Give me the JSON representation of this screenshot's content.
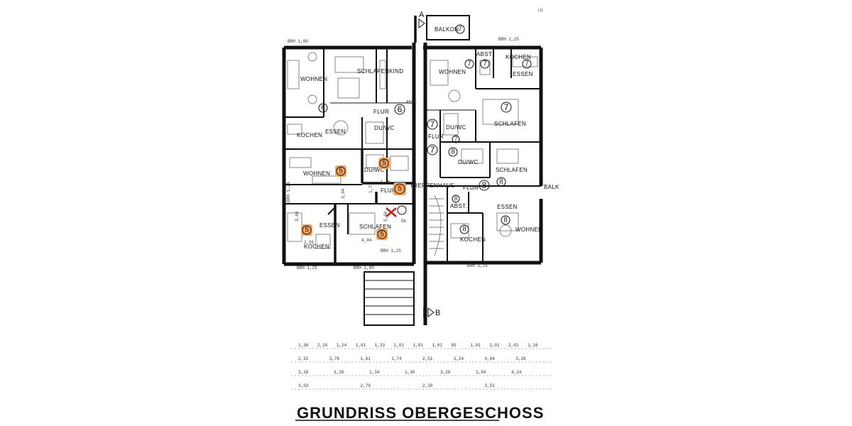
{
  "title": "GRUNDRISS OBERGESCHOSS",
  "section_markers": {
    "a": "A",
    "b": "B"
  },
  "corner_mark": "LG",
  "rooms": {
    "balkon_top": "BALKON",
    "wohnen_6": "WOHNEN",
    "schlafen_6": "SCHLAFEN",
    "kind_6": "KIND",
    "flur_6": "FLUR",
    "abst_6": "ABST.",
    "essen_6": "ESSEN",
    "kochen_6": "KOCHEN",
    "duwc_6": "DU/WC",
    "wohnen_7": "WOHNEN",
    "abst_7": "ABST",
    "kochen_7": "KOCHEN",
    "essen_7": "ESSEN",
    "schlafen_7": "SCHLAFEN",
    "flur_7": "FLUR",
    "duwc_7": "DU/WC",
    "wohnen_5": "WOHNEN",
    "duwc_5": "DU/WC",
    "flur_5": "FLUR",
    "treppenhaus": "TREPPENHAUS",
    "essen_5": "ESSEN",
    "kochen_5": "KOCHEN",
    "schlafen_5": "SCHLAFEN",
    "duwc_8": "DU/WC",
    "schlafen_8": "SCHLAFEN",
    "flur_8": "FLUR",
    "balkon_right": "BALK",
    "abst_8": "ABST.",
    "essen_8": "ESSEN",
    "kochen_8": "KOCHEN",
    "wohnen_8": "WOHNEN"
  },
  "unit_numbers": {
    "balkon_top": "7",
    "wohnen_6": "6",
    "flur_6": "6",
    "wohnen_7_a": "7",
    "kochen_7": "7",
    "essen_7": "7",
    "schlafen_7": "7",
    "flur_7": "7",
    "duwc_7": "7",
    "flur_8": "8",
    "schlafen_8": "8",
    "abst_8": "8",
    "kochen_8": "8",
    "wohnen_8": "8",
    "duwc_8": "8"
  },
  "highlighted_numbers": [
    "5",
    "5",
    "5",
    "5",
    "5"
  ],
  "highlight_color": "#f5a55a",
  "cross_color": "#d11a1a",
  "dimensions": {
    "brh_left_top": "BRH 1,00",
    "brh_right_top": "BRH 1,25",
    "d_366": "3,66",
    "d_291": "2,91",
    "d_494": "4,94",
    "d_550": "5,50",
    "d_304": "3,04",
    "d_177": "1,77",
    "d_216": "2,16",
    "brh_bottom_left": "BRH 1,25",
    "brh_bottom_mid": "BRH 1,00",
    "brh_bottom_mid2": "BRH 1,25",
    "brh_bottom_right": "BRH 1,25",
    "ok_label": "Ok"
  },
  "dim_rows": [
    [
      "1,36",
      "2,26",
      "1,24",
      "1,01",
      "1,33",
      "1,01",
      "1,01",
      "1,01",
      "95",
      "1,01",
      "1,01",
      "2,01",
      "1,16"
    ],
    [
      "2,91",
      "3,76",
      "1,61",
      "1,74",
      "2,51",
      "3,24",
      "4,84",
      "3,26"
    ],
    [
      "3,26",
      "3,26",
      "1,34",
      "1,36",
      "3,20",
      "1,84",
      "4,24"
    ],
    [
      "3,03",
      "2,79",
      "2,20",
      "3,51"
    ]
  ]
}
